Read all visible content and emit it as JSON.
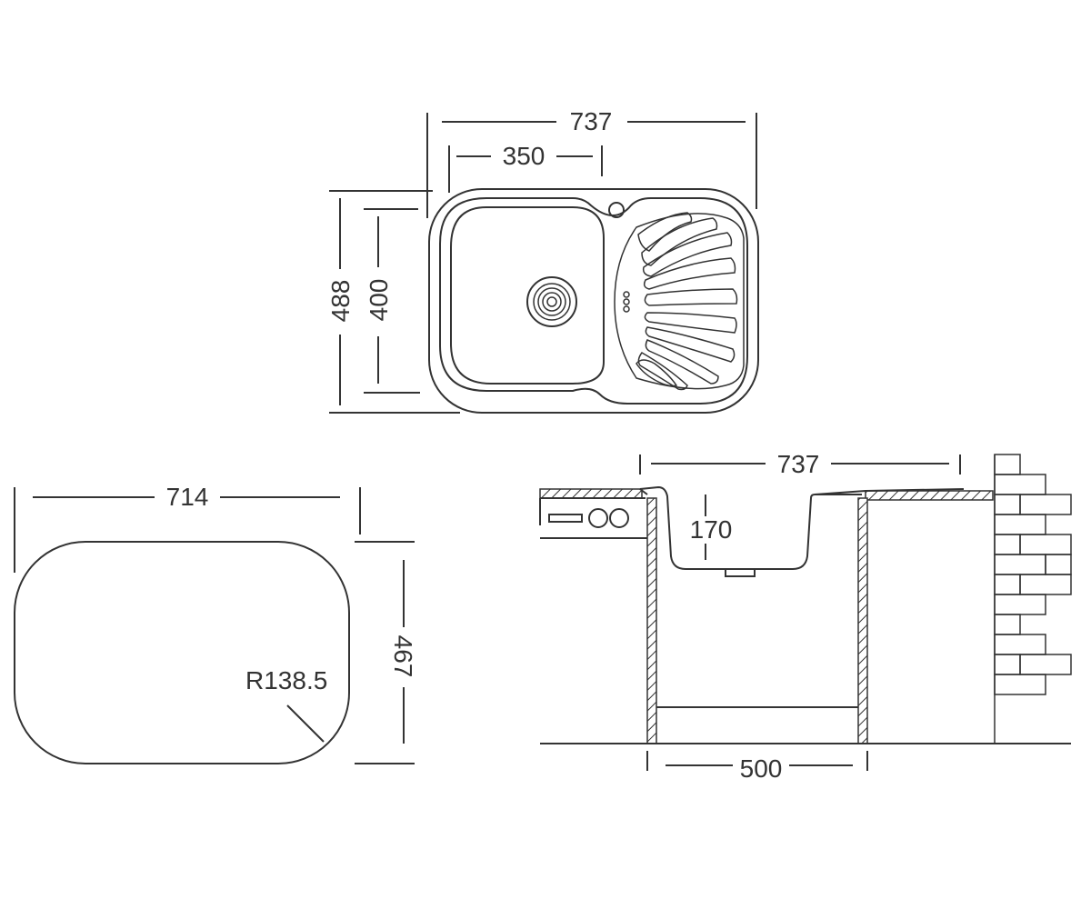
{
  "top_view": {
    "overall_width": "737",
    "bowl_width": "350",
    "overall_depth": "488",
    "bowl_depth": "400"
  },
  "cutout_view": {
    "width": "714",
    "depth": "467",
    "radius": "R138.5"
  },
  "section_view": {
    "overall_width": "737",
    "bowl_height": "170",
    "cabinet_width": "500"
  },
  "colors": {
    "line": "#333333",
    "background": "#ffffff"
  }
}
